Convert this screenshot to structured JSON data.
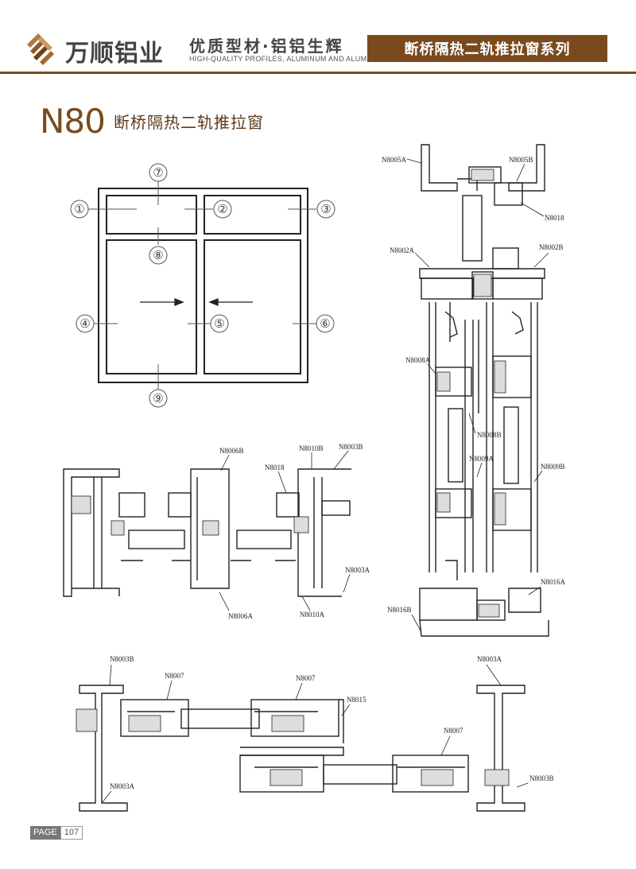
{
  "header": {
    "brand_name": "万顺铝业",
    "slogan_cn": "优质型材·铝铝生辉",
    "slogan_en": "HIGH-QUALITY PROFILES, ALUMINUM AND ALUMINUM",
    "series_title": "断桥隔热二轨推拉窗系列"
  },
  "product": {
    "model_code": "N80",
    "model_name": "断桥隔热二轨推拉窗"
  },
  "elevation": {
    "markers": [
      "①",
      "②",
      "③",
      "④",
      "⑤",
      "⑥",
      "⑦",
      "⑧",
      "⑨"
    ]
  },
  "labels": {
    "n8005a": "N8005A",
    "n8005b": "N8005B",
    "n8018": "N8018",
    "n8002a": "N8002A",
    "n8002b": "N8002B",
    "n8008a": "N8008A",
    "n8008b": "N8008B",
    "n8009a": "N8009A",
    "n8009b": "N8009B",
    "n8016a": "N8016A",
    "n8016b": "N8016B",
    "n8006b": "N8006B",
    "n8006a": "N8006A",
    "n8010b": "N8010B",
    "n8010a": "N8010A",
    "n8003b": "N8003B",
    "n8003a": "N8003A",
    "n8007": "N8007",
    "n8015": "N8015"
  },
  "footer": {
    "page_label": "PAGE",
    "page_number": "107"
  }
}
